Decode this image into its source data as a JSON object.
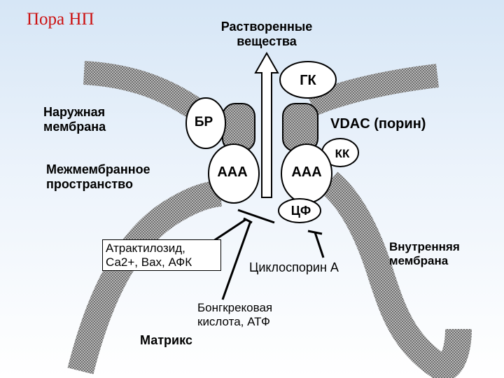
{
  "title": "Пора НП",
  "solutes_label": "Растворенные вещества",
  "outer_membrane_label": "Наружная мембрана",
  "intermembrane_label": "Межмембранное пространство",
  "inner_membrane_label": "Внутренняя мембрана",
  "matrix_label": "Матрикс",
  "components": {
    "gk": "ГК",
    "br": "БР",
    "vdac": "VDAC (порин)",
    "kk": "КК",
    "aaa_left": "ААА",
    "aaa_right": "ААА",
    "cf": "ЦФ"
  },
  "inhibitors": {
    "attractyloside": "Атрактилозид, Са2+, Вах, АФК",
    "cyclosporin": "Циклоспорин А",
    "bongkrekic": "Бонгкрековая кислота, АТФ"
  },
  "colors": {
    "title": "#cc1111",
    "membrane_fill": "#a8a8a8",
    "background": "#d6e6f6"
  }
}
